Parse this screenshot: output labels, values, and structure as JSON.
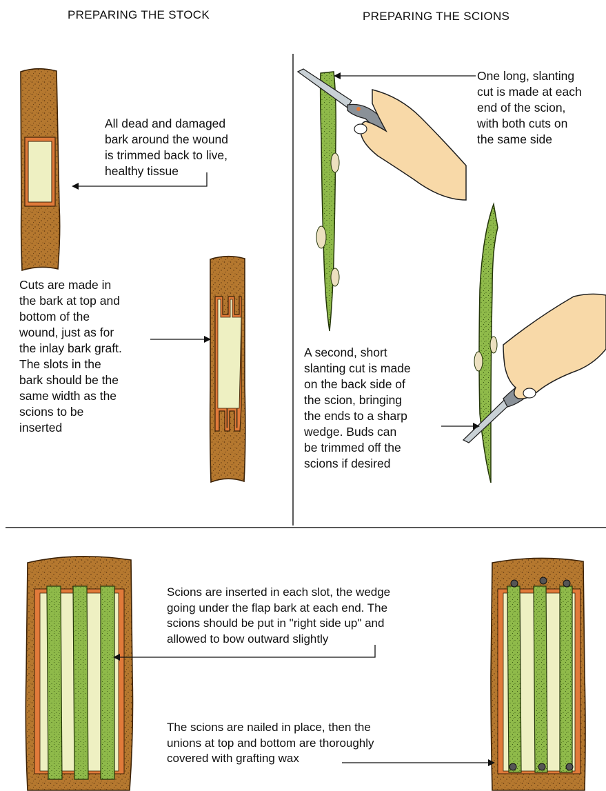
{
  "headings": {
    "stock": "PREPARING THE STOCK",
    "scions": "PREPARING THE SCIONS"
  },
  "labels": {
    "dead_bark": "All dead and damaged\nbark around the wound\nis trimmed back to live,\nhealthy tissue",
    "cuts": "Cuts are made in\nthe bark at top and\nbottom of the\nwound, just as for\nthe inlay bark graft.\nThe slots in the\nbark should be the\nsame width as the\nscions to be\ninserted",
    "long_cut": "One long, slanting\ncut is made at each\nend of the scion,\nwith both cuts on\nthe same side",
    "second_cut": "A second, short\nslanting cut is made\non the back side of\nthe scion, bringing\nthe ends to a sharp\nwedge. Buds can\nbe trimmed off the\nscions if desired",
    "inserted": "Scions are inserted in each slot, the wedge\ngoing under the flap bark at each end.  The\nscions should be put in \"right side up\" and\nallowed to bow outward slightly",
    "nailed": "The scions are nailed in place, then the\nunions at top and bottom are thoroughly\ncovered with grafting wax"
  },
  "colors": {
    "bark": "#b5782f",
    "bark_dark": "#7a4a17",
    "wood": "#eef0c2",
    "cambium": "#e07a3a",
    "scion": "#8fba4a",
    "skin": "#f8d9a8",
    "blade": "#c9d1d6"
  },
  "icons": [
    "pruning-knife-icon",
    "hand-icon",
    "nail-head-icon"
  ]
}
